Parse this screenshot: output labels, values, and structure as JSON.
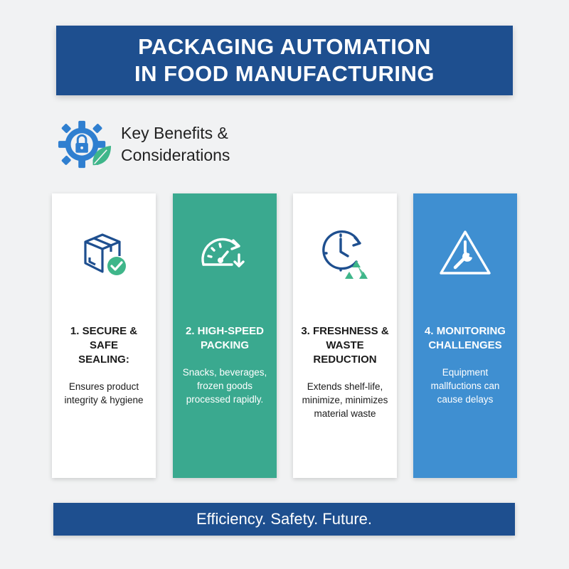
{
  "title": {
    "line1": "PACKAGING AUTOMATION",
    "line2": "IN FOOD MANUFACTURING"
  },
  "subheading": {
    "icon": "gear-lock-leaf-icon",
    "line1": "Key Benefits &",
    "line2": "Considerations"
  },
  "cards": [
    {
      "icon": "box-check-icon",
      "heading_line1": "1. SECURE & SAFE",
      "heading_line2": "SEALING:",
      "desc_line1": "Ensures product",
      "desc_line2": "integrity & hygiene",
      "desc_line3": ""
    },
    {
      "icon": "speedometer-icon",
      "heading_line1": "2. HIGH-SPEED",
      "heading_line2": "PACKING",
      "desc_line1": "Snacks, beverages,",
      "desc_line2": "frozen goods",
      "desc_line3": "processed rapidly."
    },
    {
      "icon": "clock-recycle-icon",
      "heading_line1": "3. FRESHNESS &",
      "heading_line2": "WASTE REDUCTION",
      "desc_line1": "Extends shelf-life,",
      "desc_line2": "minimize, minimizes",
      "desc_line3": "material waste"
    },
    {
      "icon": "warning-wrench-icon",
      "heading_line1": "4. MONITORING",
      "heading_line2": "CHALLENGES",
      "desc_line1": "Equipment",
      "desc_line2": "mallfuctions can",
      "desc_line3": "cause delays"
    }
  ],
  "footer": {
    "text": "Efficiency. Safety. Future."
  },
  "colors": {
    "navy": "#1e4f8f",
    "teal": "#3aa98f",
    "blue": "#3f8fd1",
    "accent_green": "#3fb68a",
    "icon_blue": "#2f7fd0"
  }
}
